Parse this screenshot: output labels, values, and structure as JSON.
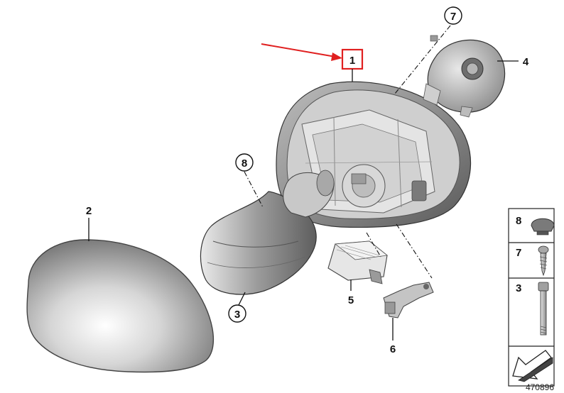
{
  "callouts": {
    "c1": "1",
    "c2": "2",
    "c3": "3",
    "c4": "4",
    "c5": "5",
    "c6": "6",
    "c7": "7",
    "c8": "8"
  },
  "sidebar": {
    "items": [
      {
        "number": "8",
        "icon": "plug-cap-icon"
      },
      {
        "number": "7",
        "icon": "self-tapping-screw-icon"
      },
      {
        "number": "3",
        "icon": "long-bolt-icon"
      }
    ],
    "arrow_icon": "installation-arrow-icon"
  },
  "reference_number": "470896",
  "colors": {
    "highlight": "#e02020",
    "line": "#111111",
    "part_light": "#f0f0f0",
    "part_dark": "#555555"
  }
}
